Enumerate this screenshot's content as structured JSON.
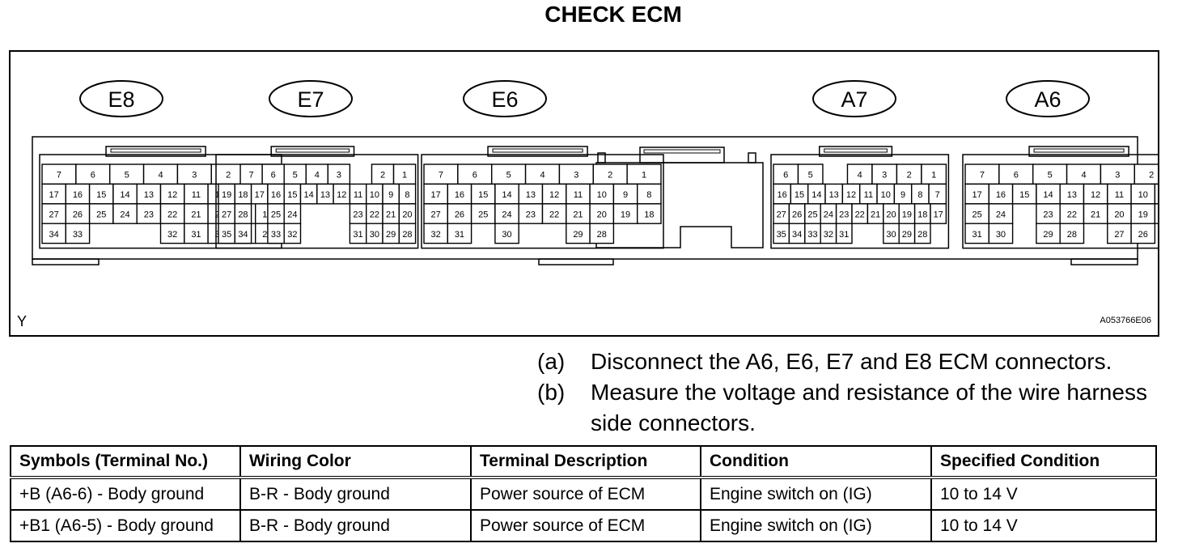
{
  "page": {
    "title": "CHECK ECM"
  },
  "diagram": {
    "connector_labels": [
      "E8",
      "E7",
      "E6",
      "A7",
      "A6"
    ],
    "corner_label": "Y",
    "figure_id": "A053766E06"
  },
  "instructions": [
    {
      "label": "(a)",
      "text": "Disconnect the A6, E6, E7 and E8 ECM connectors."
    },
    {
      "label": "(b)",
      "text": "Measure the voltage and resistance of the wire harness side connectors."
    }
  ],
  "table": {
    "headers": [
      "Symbols (Terminal No.)",
      "Wiring Color",
      "Terminal Description",
      "Condition",
      "Specified Condition"
    ],
    "rows": [
      [
        "+B (A6-6) - Body ground",
        "B-R - Body ground",
        "Power source of ECM",
        "Engine switch on (IG)",
        "10 to 14 V"
      ],
      [
        "+B1 (A6-5) - Body ground",
        "B-R - Body ground",
        "Power source of ECM",
        "Engine switch on (IG)",
        "10 to 14 V"
      ]
    ]
  }
}
